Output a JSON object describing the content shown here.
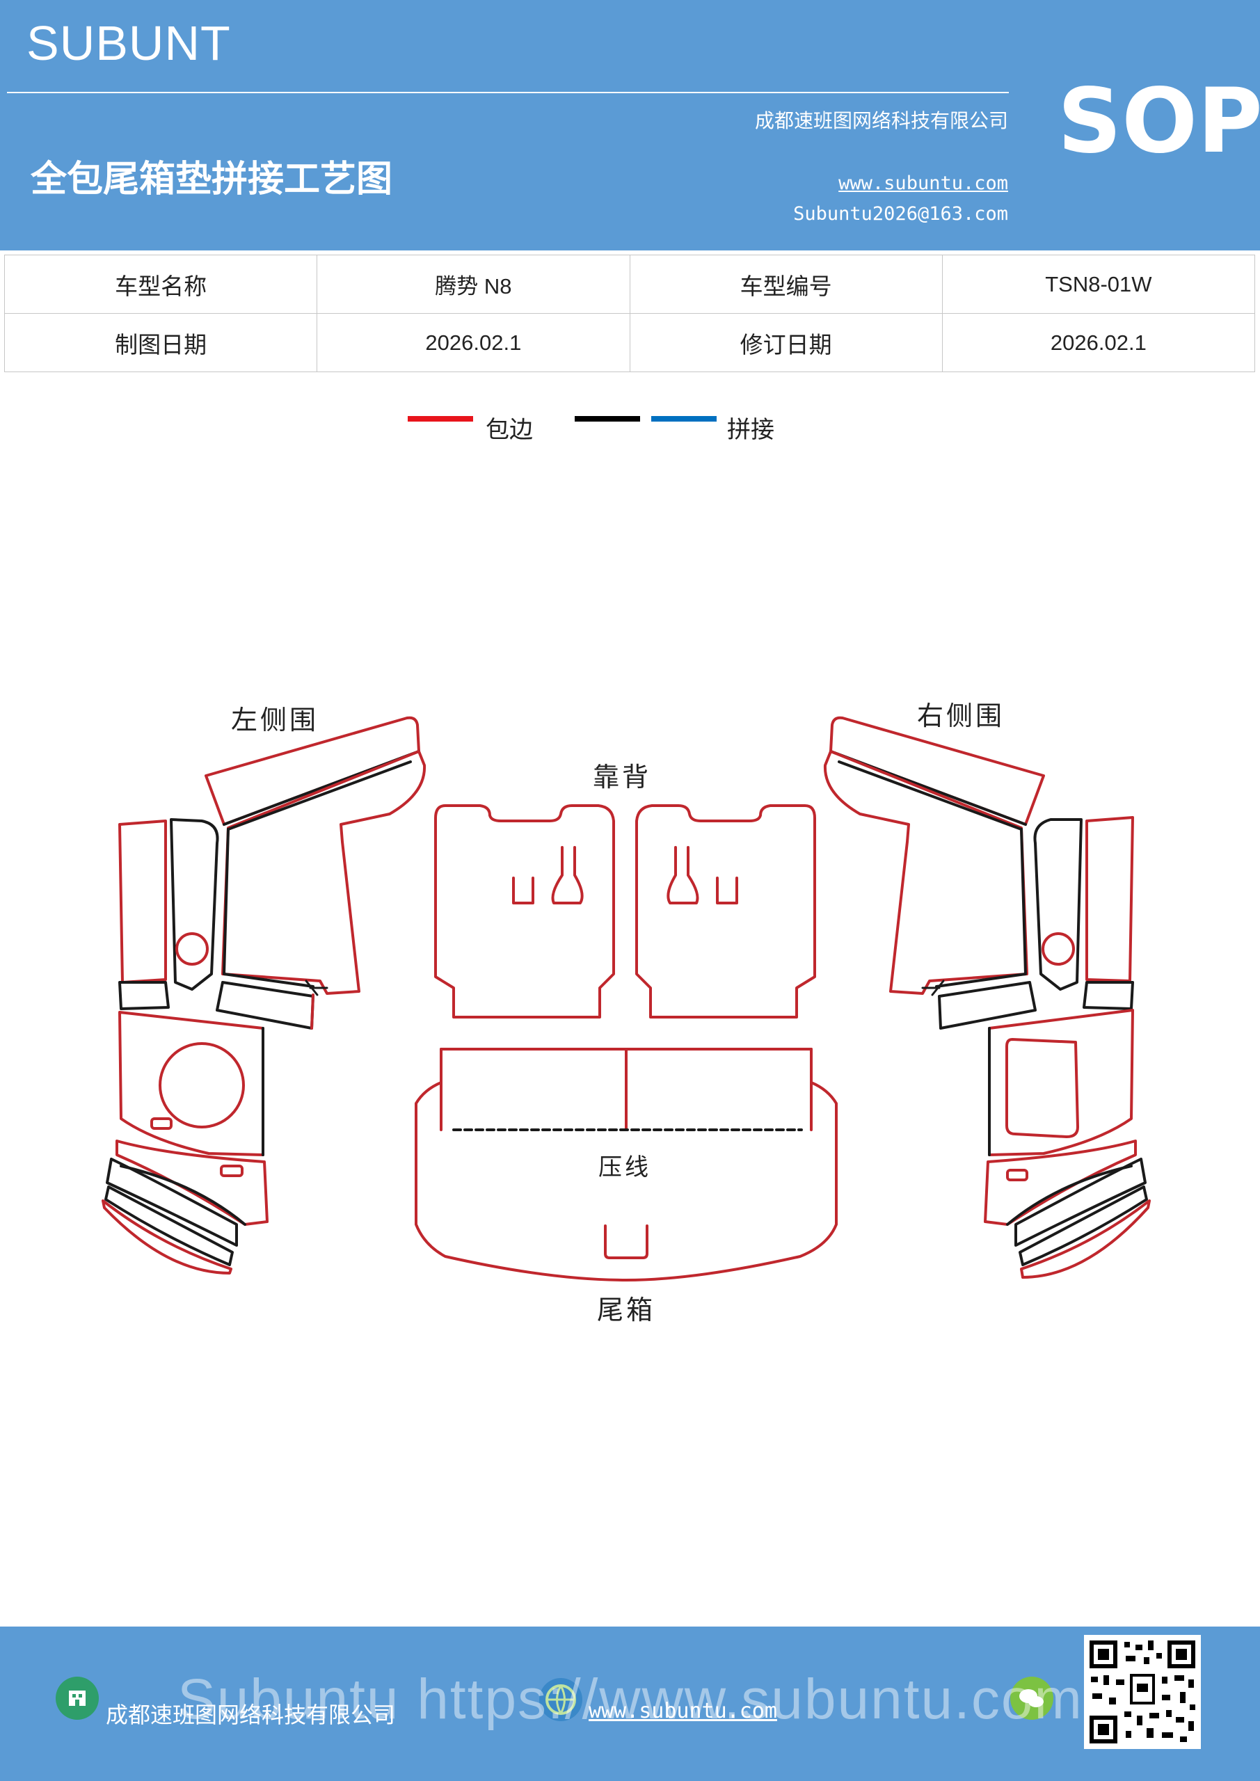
{
  "header": {
    "brand": "SUBUNT",
    "title": "全包尾箱垫拼接工艺图",
    "company": "成都速班图网络科技有限公司",
    "website": "www.subuntu.com",
    "email": "Subuntu2026@163.com",
    "badge": "SOP"
  },
  "info_table": {
    "rows": [
      {
        "label_a": "车型名称",
        "value_a": "腾势 N8",
        "label_b": "车型编号",
        "value_b": "TSN8-01W"
      },
      {
        "label_a": "制图日期",
        "value_a": "2026.02.1",
        "label_b": "修订日期",
        "value_b": "2026.02.1"
      }
    ]
  },
  "legend": {
    "items": [
      {
        "label": "包边",
        "color": "#e8141b"
      },
      {
        "label": "",
        "color": "#000000"
      },
      {
        "label": "拼接",
        "color": "#0070c0"
      }
    ]
  },
  "diagram": {
    "labels": {
      "left_side": "左侧围",
      "right_side": "右侧围",
      "backrest": "靠背",
      "crease": "压线",
      "trunk": "尾箱"
    },
    "outline_color": "#c0272d",
    "seam_color": "#1a1a1a"
  },
  "footer": {
    "company": "成都速班图网络科技有限公司",
    "website": "www.subuntu.com",
    "watermark": "Subuntu https://www.subuntu.com"
  }
}
